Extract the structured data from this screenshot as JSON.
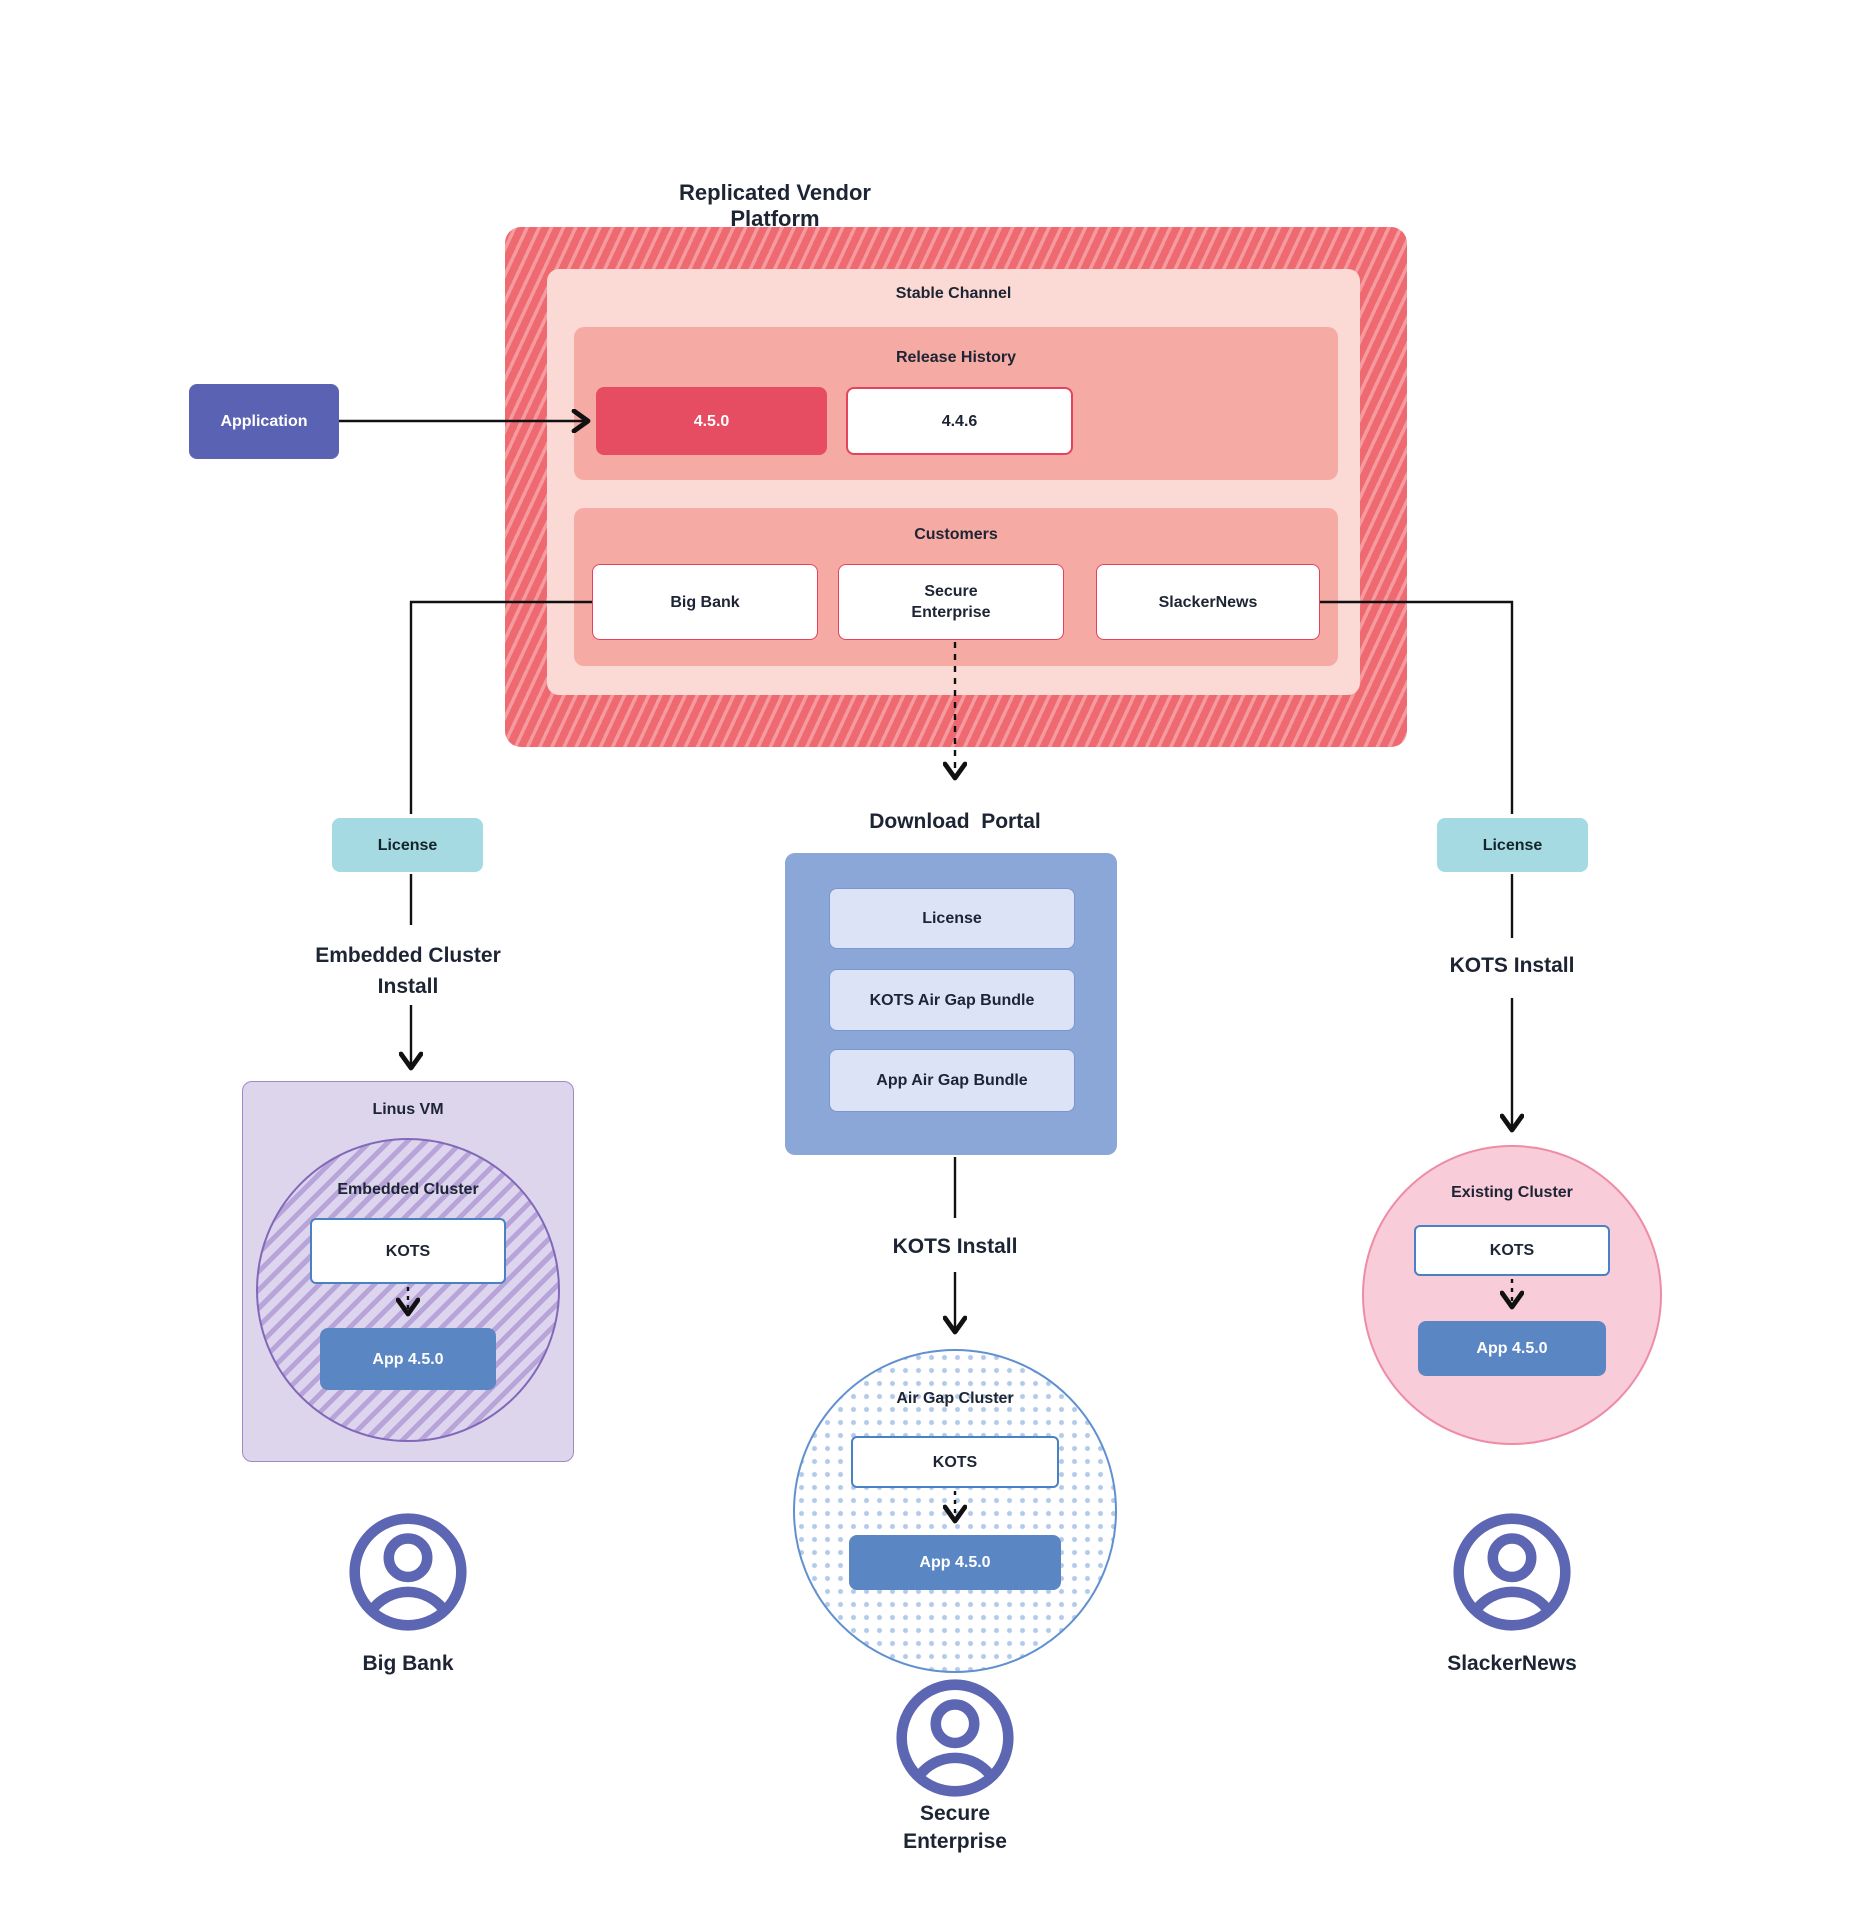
{
  "title": "Replicated Vendor Platform",
  "platform": {
    "stable_channel_label": "Stable Channel",
    "release_history": {
      "label": "Release History",
      "releases": [
        {
          "version": "4.5.0",
          "current": true
        },
        {
          "version": "4.4.6",
          "current": false
        }
      ]
    },
    "customers": {
      "label": "Customers",
      "items": [
        "Big Bank",
        "Secure Enterprise",
        "SlackerNews"
      ]
    }
  },
  "application_label": "Application",
  "left_flow": {
    "license_label": "License",
    "install_label": "Embedded Cluster Install",
    "vm_label": "Linus VM",
    "cluster_label": "Embedded Cluster",
    "kots_label": "KOTS",
    "app_label": "App 4.5.0",
    "customer_label": "Big Bank"
  },
  "middle_flow": {
    "portal_label": "Download  Portal",
    "portal_items": [
      "License",
      "KOTS Air Gap Bundle",
      "App Air Gap Bundle"
    ],
    "install_label": "KOTS Install",
    "cluster_label": "Air Gap Cluster",
    "kots_label": "KOTS",
    "app_label": "App 4.5.0",
    "customer_label": "Secure Enterprise"
  },
  "right_flow": {
    "license_label": "License",
    "install_label": "KOTS Install",
    "cluster_label": "Existing Cluster",
    "kots_label": "KOTS",
    "app_label": "App 4.5.0",
    "customer_label": "SlackerNews"
  },
  "colors": {
    "platform_hatch_base": "#ee6a70",
    "platform_hatch_stripe": "#f59ba0",
    "stable_channel_bg": "#fbd9d5",
    "section_bg": "#f6aaa4",
    "current_release_bg": "#e64c62",
    "red_border": "#e4435f",
    "application_bg": "#5a62b3",
    "license_bg": "#a5dae2",
    "portal_bg": "#8ba7d7",
    "portal_item_bg": "#dce3f6",
    "app_box_bg": "#5a86c4",
    "kots_border": "#4a80c4",
    "vm_bg": "#ddd5ec",
    "embedded_circle_stripe": "#b7a4d9",
    "airgap_dot": "#b3cbea",
    "existing_cluster_bg": "#f8ccd8",
    "user_icon": "#5c66b2",
    "connector": "#111111"
  }
}
